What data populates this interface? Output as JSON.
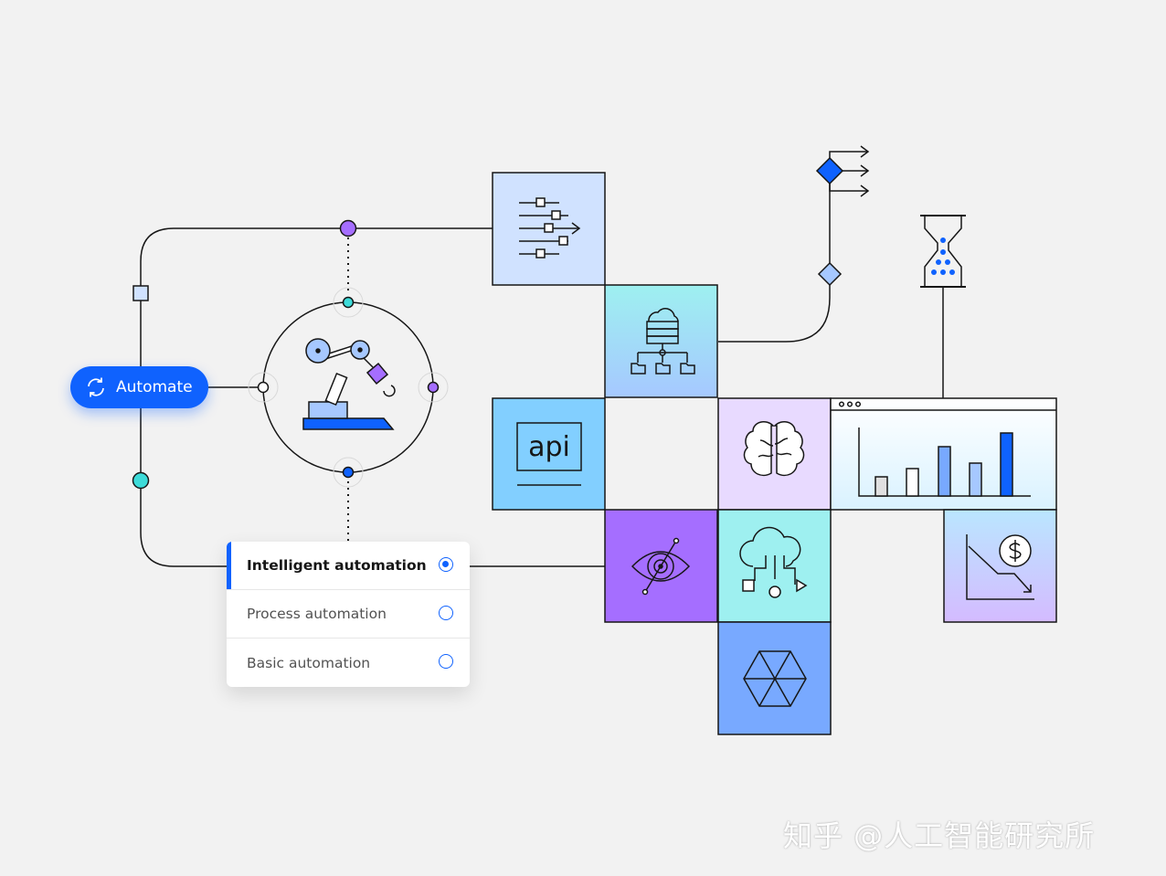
{
  "automate_button": {
    "label": "Automate",
    "icon": "refresh-icon",
    "color": "#0f62fe"
  },
  "options": [
    {
      "label": "Intelligent automation",
      "selected": true
    },
    {
      "label": "Process automation",
      "selected": false
    },
    {
      "label": "Basic automation",
      "selected": false
    }
  ],
  "tiles": {
    "api_label": "api",
    "icons": [
      "sliders-arrow-icon",
      "cloud-server-folders-icon",
      "api-screen-icon",
      "brain-icon",
      "eye-icon",
      "cloud-flow-icon",
      "hexagon-icon",
      "dashboard-bar-chart-icon",
      "cost-down-chart-icon",
      "hourglass-icon",
      "decision-diamond-icon",
      "robot-arm-icon"
    ]
  },
  "colors": {
    "accent": "#0f62fe",
    "teal": "#3ddbd9",
    "purple": "#a56eff",
    "light_blue": "#d0e2ff",
    "sky": "#82cfff",
    "cyan": "#9ef0f0",
    "lavender": "#e8daff"
  },
  "watermark": "知乎 @人工智能研究所"
}
